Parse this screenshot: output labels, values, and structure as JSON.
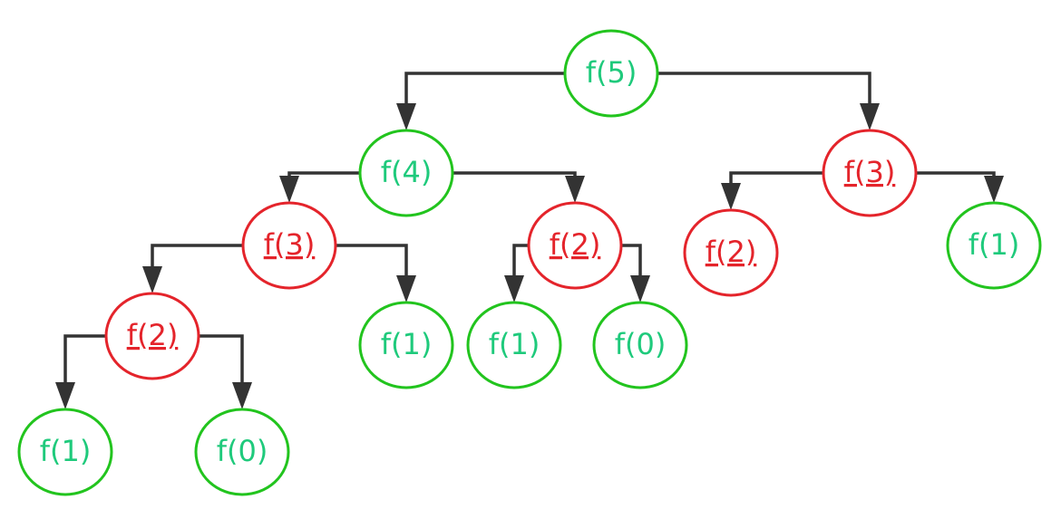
{
  "diagram": {
    "type": "tree",
    "colors": {
      "computed": "#22c41e",
      "computed_text": "#1fca7c",
      "duplicate": "#e4242b",
      "duplicate_text": "#e4242b",
      "edge": "#333333"
    },
    "nodes": [
      {
        "id": "n5",
        "label": "f(5)",
        "status": "computed"
      },
      {
        "id": "n4",
        "label": "f(4)",
        "status": "computed"
      },
      {
        "id": "n3r",
        "label": "f(3)",
        "status": "duplicate"
      },
      {
        "id": "n3l",
        "label": "f(3)",
        "status": "duplicate"
      },
      {
        "id": "n2m",
        "label": "f(2)",
        "status": "duplicate"
      },
      {
        "id": "n2r",
        "label": "f(2)",
        "status": "duplicate"
      },
      {
        "id": "n1r",
        "label": "f(1)",
        "status": "computed"
      },
      {
        "id": "n2l",
        "label": "f(2)",
        "status": "duplicate"
      },
      {
        "id": "n1a",
        "label": "f(1)",
        "status": "computed"
      },
      {
        "id": "n1b",
        "label": "f(1)",
        "status": "computed"
      },
      {
        "id": "n0b",
        "label": "f(0)",
        "status": "computed"
      },
      {
        "id": "n1c",
        "label": "f(1)",
        "status": "computed"
      },
      {
        "id": "n0c",
        "label": "f(0)",
        "status": "computed"
      }
    ],
    "edges": [
      {
        "from": "n5",
        "to": "n4"
      },
      {
        "from": "n5",
        "to": "n3r"
      },
      {
        "from": "n4",
        "to": "n3l"
      },
      {
        "from": "n4",
        "to": "n2m"
      },
      {
        "from": "n3r",
        "to": "n2r"
      },
      {
        "from": "n3r",
        "to": "n1r"
      },
      {
        "from": "n3l",
        "to": "n2l"
      },
      {
        "from": "n3l",
        "to": "n1a"
      },
      {
        "from": "n2m",
        "to": "n1b"
      },
      {
        "from": "n2m",
        "to": "n0b"
      },
      {
        "from": "n2l",
        "to": "n1c"
      },
      {
        "from": "n2l",
        "to": "n0c"
      }
    ]
  }
}
